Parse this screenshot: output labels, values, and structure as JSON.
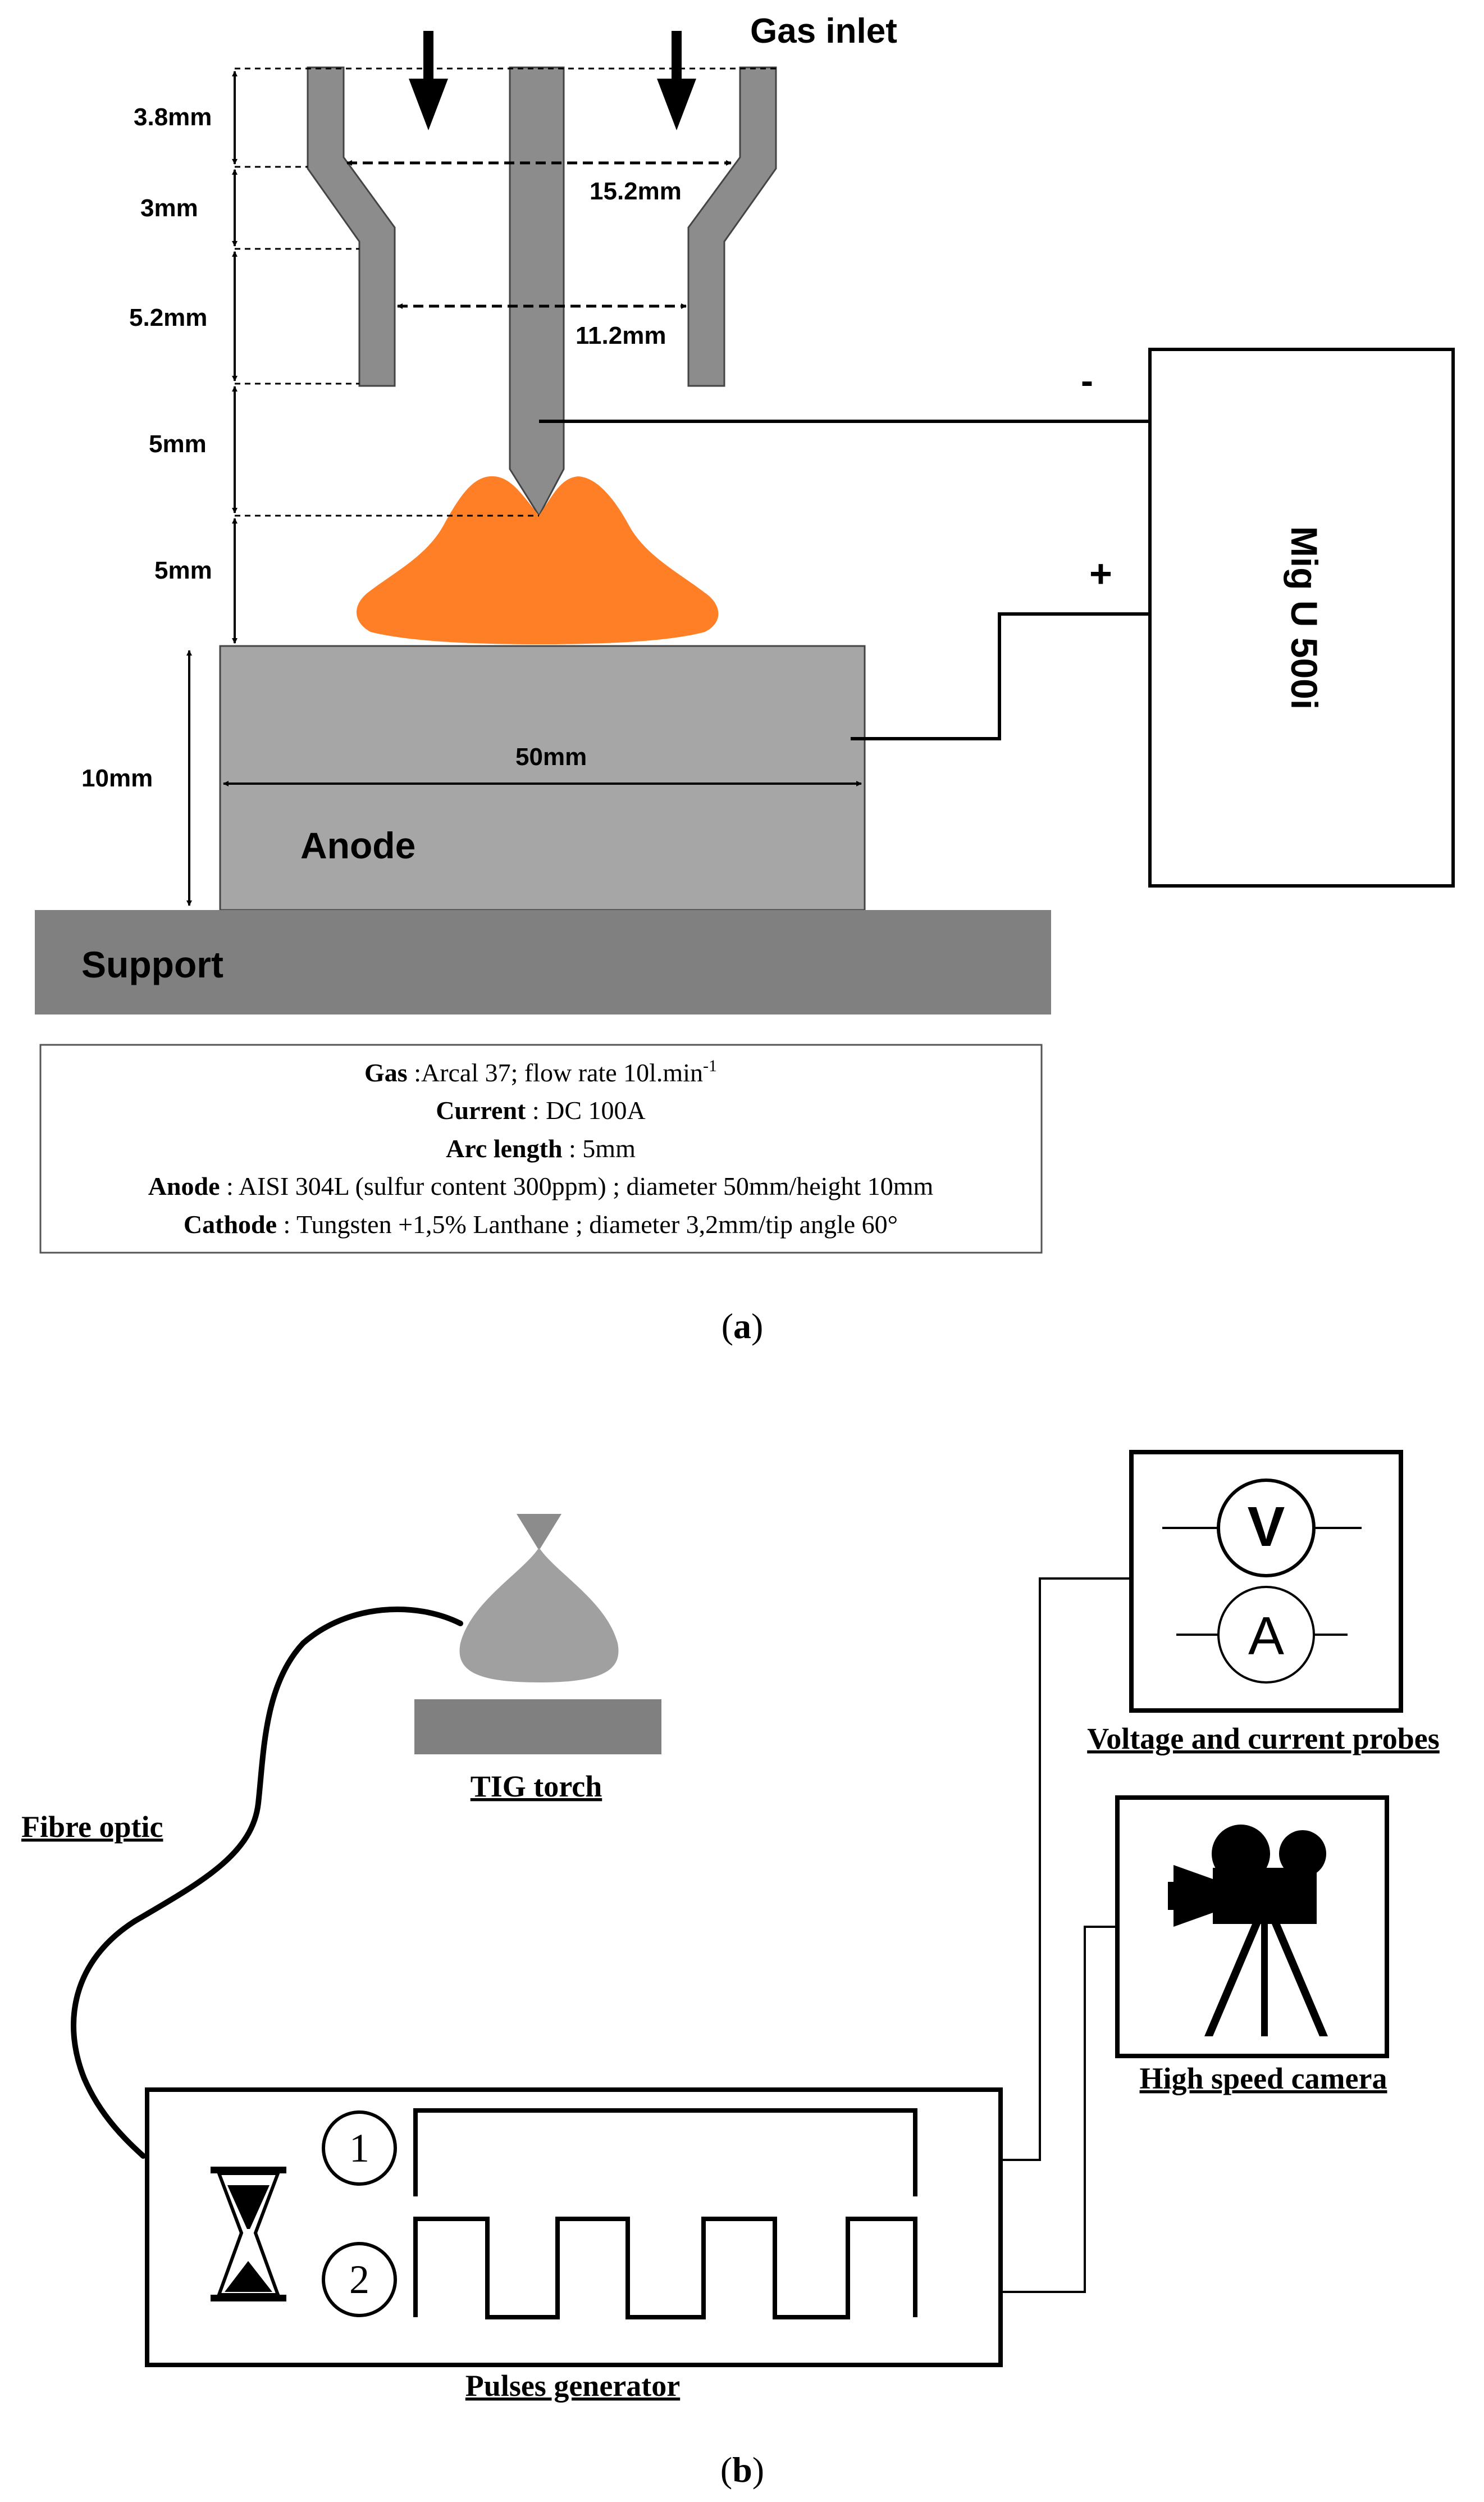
{
  "panel_a": {
    "caption_open": "(",
    "caption_letter": "a",
    "caption_close": ")",
    "gas_inlet": "Gas inlet",
    "dims": {
      "d1": "3.8mm",
      "d2": "3mm",
      "d3": "5.2mm",
      "d4": "5mm",
      "d5": "5mm",
      "d6": "10mm",
      "nozzle_top_width": "15.2mm",
      "nozzle_bottom_width": "11.2mm",
      "anode_width": "50mm"
    },
    "anode_label": "Anode",
    "support_label": "Support",
    "power_supply_label": "Mig U 500i",
    "minus_sign": "-",
    "plus_sign": "+",
    "conditions": [
      {
        "key": "Gas",
        "value": " :Arcal 37; flow rate 10l.min",
        "sup": "-1"
      },
      {
        "key": "Current",
        "value": " : DC 100A",
        "sup": ""
      },
      {
        "key": "Arc length",
        "value": " : 5mm",
        "sup": ""
      },
      {
        "key": "Anode",
        "value": " : AISI 304L (sulfur content 300ppm) ; diameter 50mm/height 10mm",
        "sup": ""
      },
      {
        "key": "Cathode",
        "value": " : Tungsten +1,5% Lanthane ; diameter 3,2mm/tip angle 60°",
        "sup": ""
      }
    ]
  },
  "panel_b": {
    "caption_open": "(",
    "caption_letter": "b",
    "caption_close": ")",
    "tig_torch": "TIG torch",
    "fibre_optic": "Fibre optic",
    "probes_label": "Voltage and current probes",
    "voltmeter_symbol": "V",
    "ammeter_symbol": "A",
    "camera_label": "High speed camera",
    "generator_label": "Pulses generator",
    "channel_1": "1",
    "channel_2": "2"
  },
  "colors": {
    "nozzle_gray": "#8c8c8c",
    "arc_orange": "#ff7f27",
    "anode_gray": "#a6a6a6",
    "support_gray": "#808080",
    "torch_gray": "#a0a0a0"
  }
}
